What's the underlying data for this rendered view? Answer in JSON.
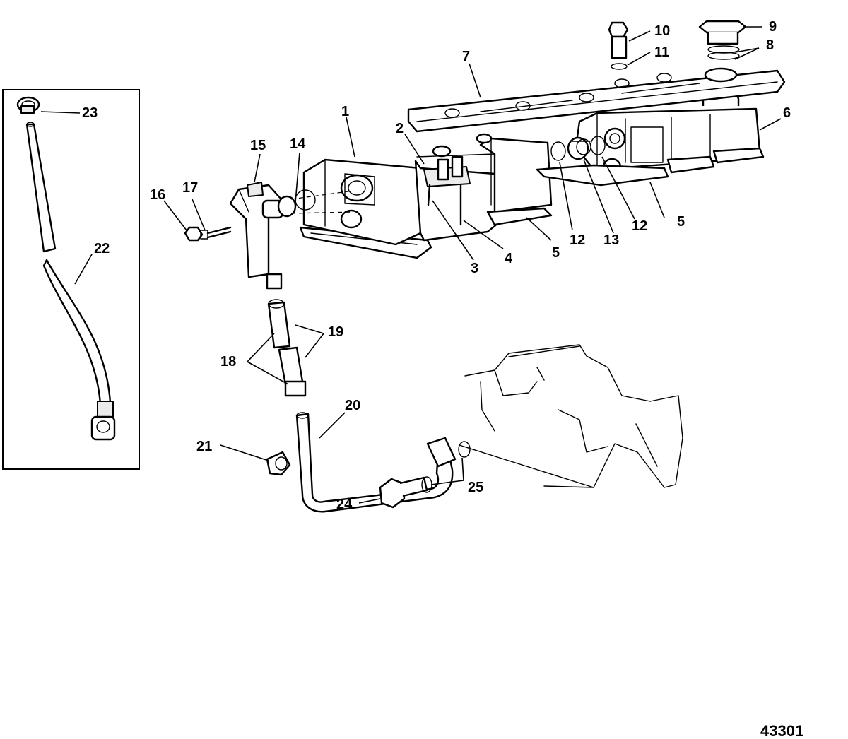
{
  "diagram": {
    "figure_number": "43301",
    "callouts": [
      "1",
      "2",
      "3",
      "4",
      "5",
      "5",
      "6",
      "7",
      "8",
      "9",
      "10",
      "11",
      "12",
      "12",
      "13",
      "14",
      "15",
      "16",
      "17",
      "18",
      "19",
      "20",
      "21",
      "22",
      "23",
      "24",
      "25"
    ]
  }
}
